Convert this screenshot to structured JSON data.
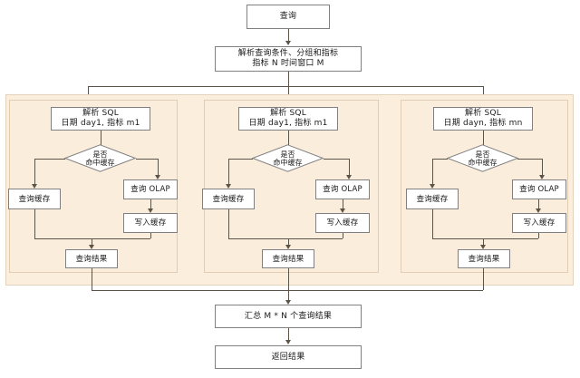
{
  "diagram": {
    "title_node": "查询",
    "parse_node": "解析查询条件、分组和指标\n指标 N 时间窗口 M",
    "aggregate_node": "汇总 M * N 个查询结果",
    "return_node": "返回结果",
    "colors": {
      "group_background": "#fbeedd",
      "panel_background": "#fbeddc",
      "panel_border": "#e0cdb4",
      "node_background": "#ffffff",
      "node_border": "#808080",
      "connector": "#5c5449",
      "text": "#1a1a1a"
    },
    "panels": [
      {
        "id": "panel-1",
        "sql_node": "解析 SQL\n日期 day1,  指标 m1",
        "decision_node": "是否\n命中缓存",
        "cache_node": "查询缓存",
        "olap_node": "查询 OLAP",
        "write_cache_node": "写入缓存",
        "result_node": "查询结果"
      },
      {
        "id": "panel-2",
        "sql_node": "解析 SQL\n日期 day1,  指标 m1",
        "decision_node": "是否\n命中缓存",
        "cache_node": "查询缓存",
        "olap_node": "查询 OLAP",
        "write_cache_node": "写入缓存",
        "result_node": "查询结果"
      },
      {
        "id": "panel-3",
        "sql_node": "解析 SQL\n日期 dayn,  指标 mn",
        "decision_node": "是否\n命中缓存",
        "cache_node": "查询缓存",
        "olap_node": "查询 OLAP",
        "write_cache_node": "写入缓存",
        "result_node": "查询结果"
      }
    ]
  }
}
